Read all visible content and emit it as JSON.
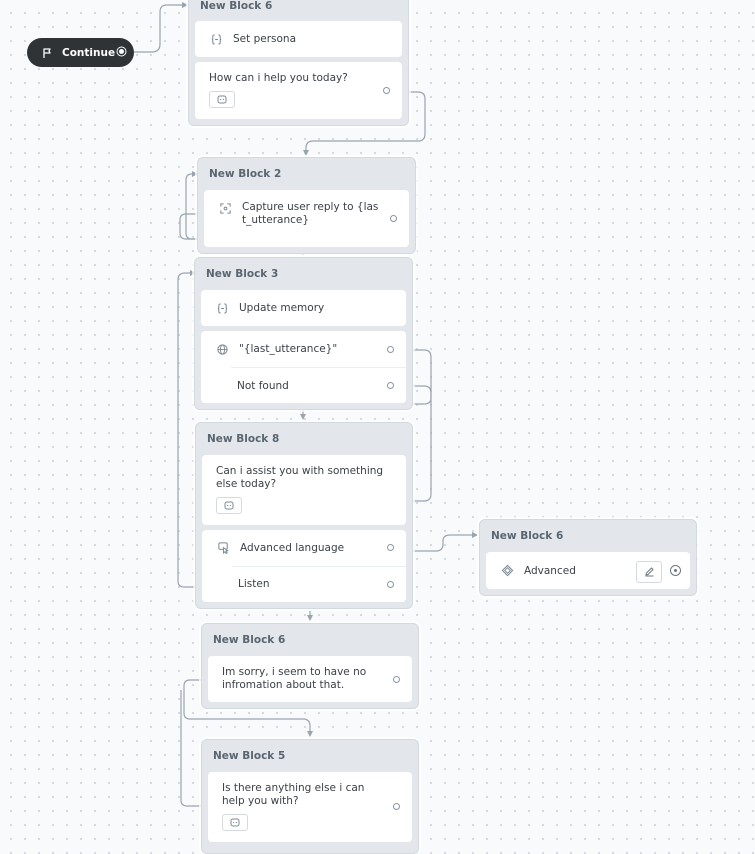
{
  "start": {
    "label": "Continue",
    "icon": "flag-icon"
  },
  "blocks": {
    "b6_top": {
      "title": "New Block 6",
      "steps": [
        {
          "type": "set",
          "icon": "curly-braces-icon",
          "label": "Set persona"
        },
        {
          "type": "message",
          "text": "How can i help you today?",
          "chip_icon": "chat-bubble-icon"
        }
      ]
    },
    "b2": {
      "title": "New Block 2",
      "steps": [
        {
          "type": "capture",
          "icon": "capture-icon",
          "label": "Capture user reply to {last_utterance}"
        }
      ]
    },
    "b3": {
      "title": "New Block 3",
      "steps": [
        {
          "type": "set",
          "icon": "curly-braces-icon",
          "label": "Update memory"
        },
        {
          "type": "kb",
          "icon": "globe-icon",
          "label": "\"{last_utterance}\"",
          "else_label": "Not found"
        }
      ]
    },
    "b8": {
      "title": "New Block 8",
      "steps": [
        {
          "type": "message",
          "text": "Can i assist you with something else today?",
          "chip_icon": "chat-bubble-icon"
        },
        {
          "type": "choice",
          "icon": "cursor-icon",
          "label": "Advanced language",
          "else_label": "Listen"
        }
      ]
    },
    "b6_right": {
      "title": "New Block 6",
      "steps": [
        {
          "type": "component",
          "icon": "component-icon",
          "label": "Advanced",
          "action_icon": "pencil-icon"
        }
      ]
    },
    "b6_bottom": {
      "title": "New Block 6",
      "steps": [
        {
          "type": "message",
          "text": "Im sorry, i seem to have no infromation about that."
        }
      ]
    },
    "b5": {
      "title": "New Block 5",
      "steps": [
        {
          "type": "message",
          "text": "Is there anything else i can help you with?",
          "chip_icon": "chat-bubble-icon"
        }
      ]
    }
  },
  "colors": {
    "canvas": "#f9fafb",
    "block": "#e3e7ec",
    "edge": "#9aa4ae",
    "start_pill": "#2f3336"
  }
}
